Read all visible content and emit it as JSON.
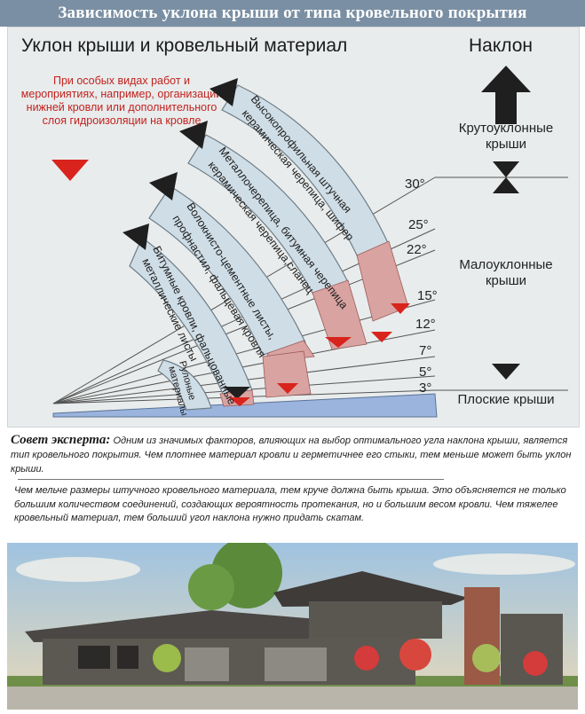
{
  "title": "Зависимость уклона крыши от типа кровельного покрытия",
  "header_left": "Уклон крыши и кровельный материал",
  "header_right": "Наклон",
  "red_note": "При особых видах работ и мероприятиях, например, организации нижней кровли или дополнительного слоя гидроизоляции на кровле",
  "bands": [
    {
      "lines": [
        "Высокопрофильная штучная",
        "керамическая черепица, шифер"
      ]
    },
    {
      "lines": [
        "Металлочерепица, битумная черепица",
        "керамическая черепица,сланец"
      ]
    },
    {
      "lines": [
        "Волокнисто-цементные листы,",
        "профнастил, фальцевая кровля"
      ]
    },
    {
      "lines": [
        "Битумные кровли, фальцованные",
        "металлические листы"
      ]
    },
    {
      "lines": [
        "Рулоные",
        "материалы"
      ]
    }
  ],
  "degrees": [
    "30°",
    "25°",
    "22°",
    "15°",
    "12°",
    "7°",
    "5°",
    "3°"
  ],
  "categories": {
    "steep": "Крутоуклонные крыши",
    "low": "Малоуклонные крыши",
    "flat": "Плоские крыши"
  },
  "expert_tip": {
    "lead": "Совет эксперта:",
    "body": "Одним из значимых факторов, влияющих на выбор оптимального угла наклона крыши, является тип кровельного покрытия. Чем плотнее материал кровли и герметичнее его стыки, тем меньше может быть уклон крыши."
  },
  "paragraph": "Чем мельче размеры штучного кровельного материала,  тем круче должна быть крыша. Это объясняется не только большим количеством соединений, создающих вероятность протекания, но и большим весом кровли. Чем тяжелее кровельный материал, тем больший угол наклона нужно придать скатам.",
  "colors": {
    "title_bg": "#7a8fa3",
    "band_fill": "#cfdde6",
    "band_stroke": "#6e7d86",
    "zone_fill": "#d9a3a1",
    "note_red": "#c0221f",
    "arrow_dark": "#1f1f1f",
    "base_blue": "#9ab4de"
  },
  "icons": [
    "triangle-arrow-icon",
    "double-arrow-icon",
    "down-triangle-icon"
  ]
}
